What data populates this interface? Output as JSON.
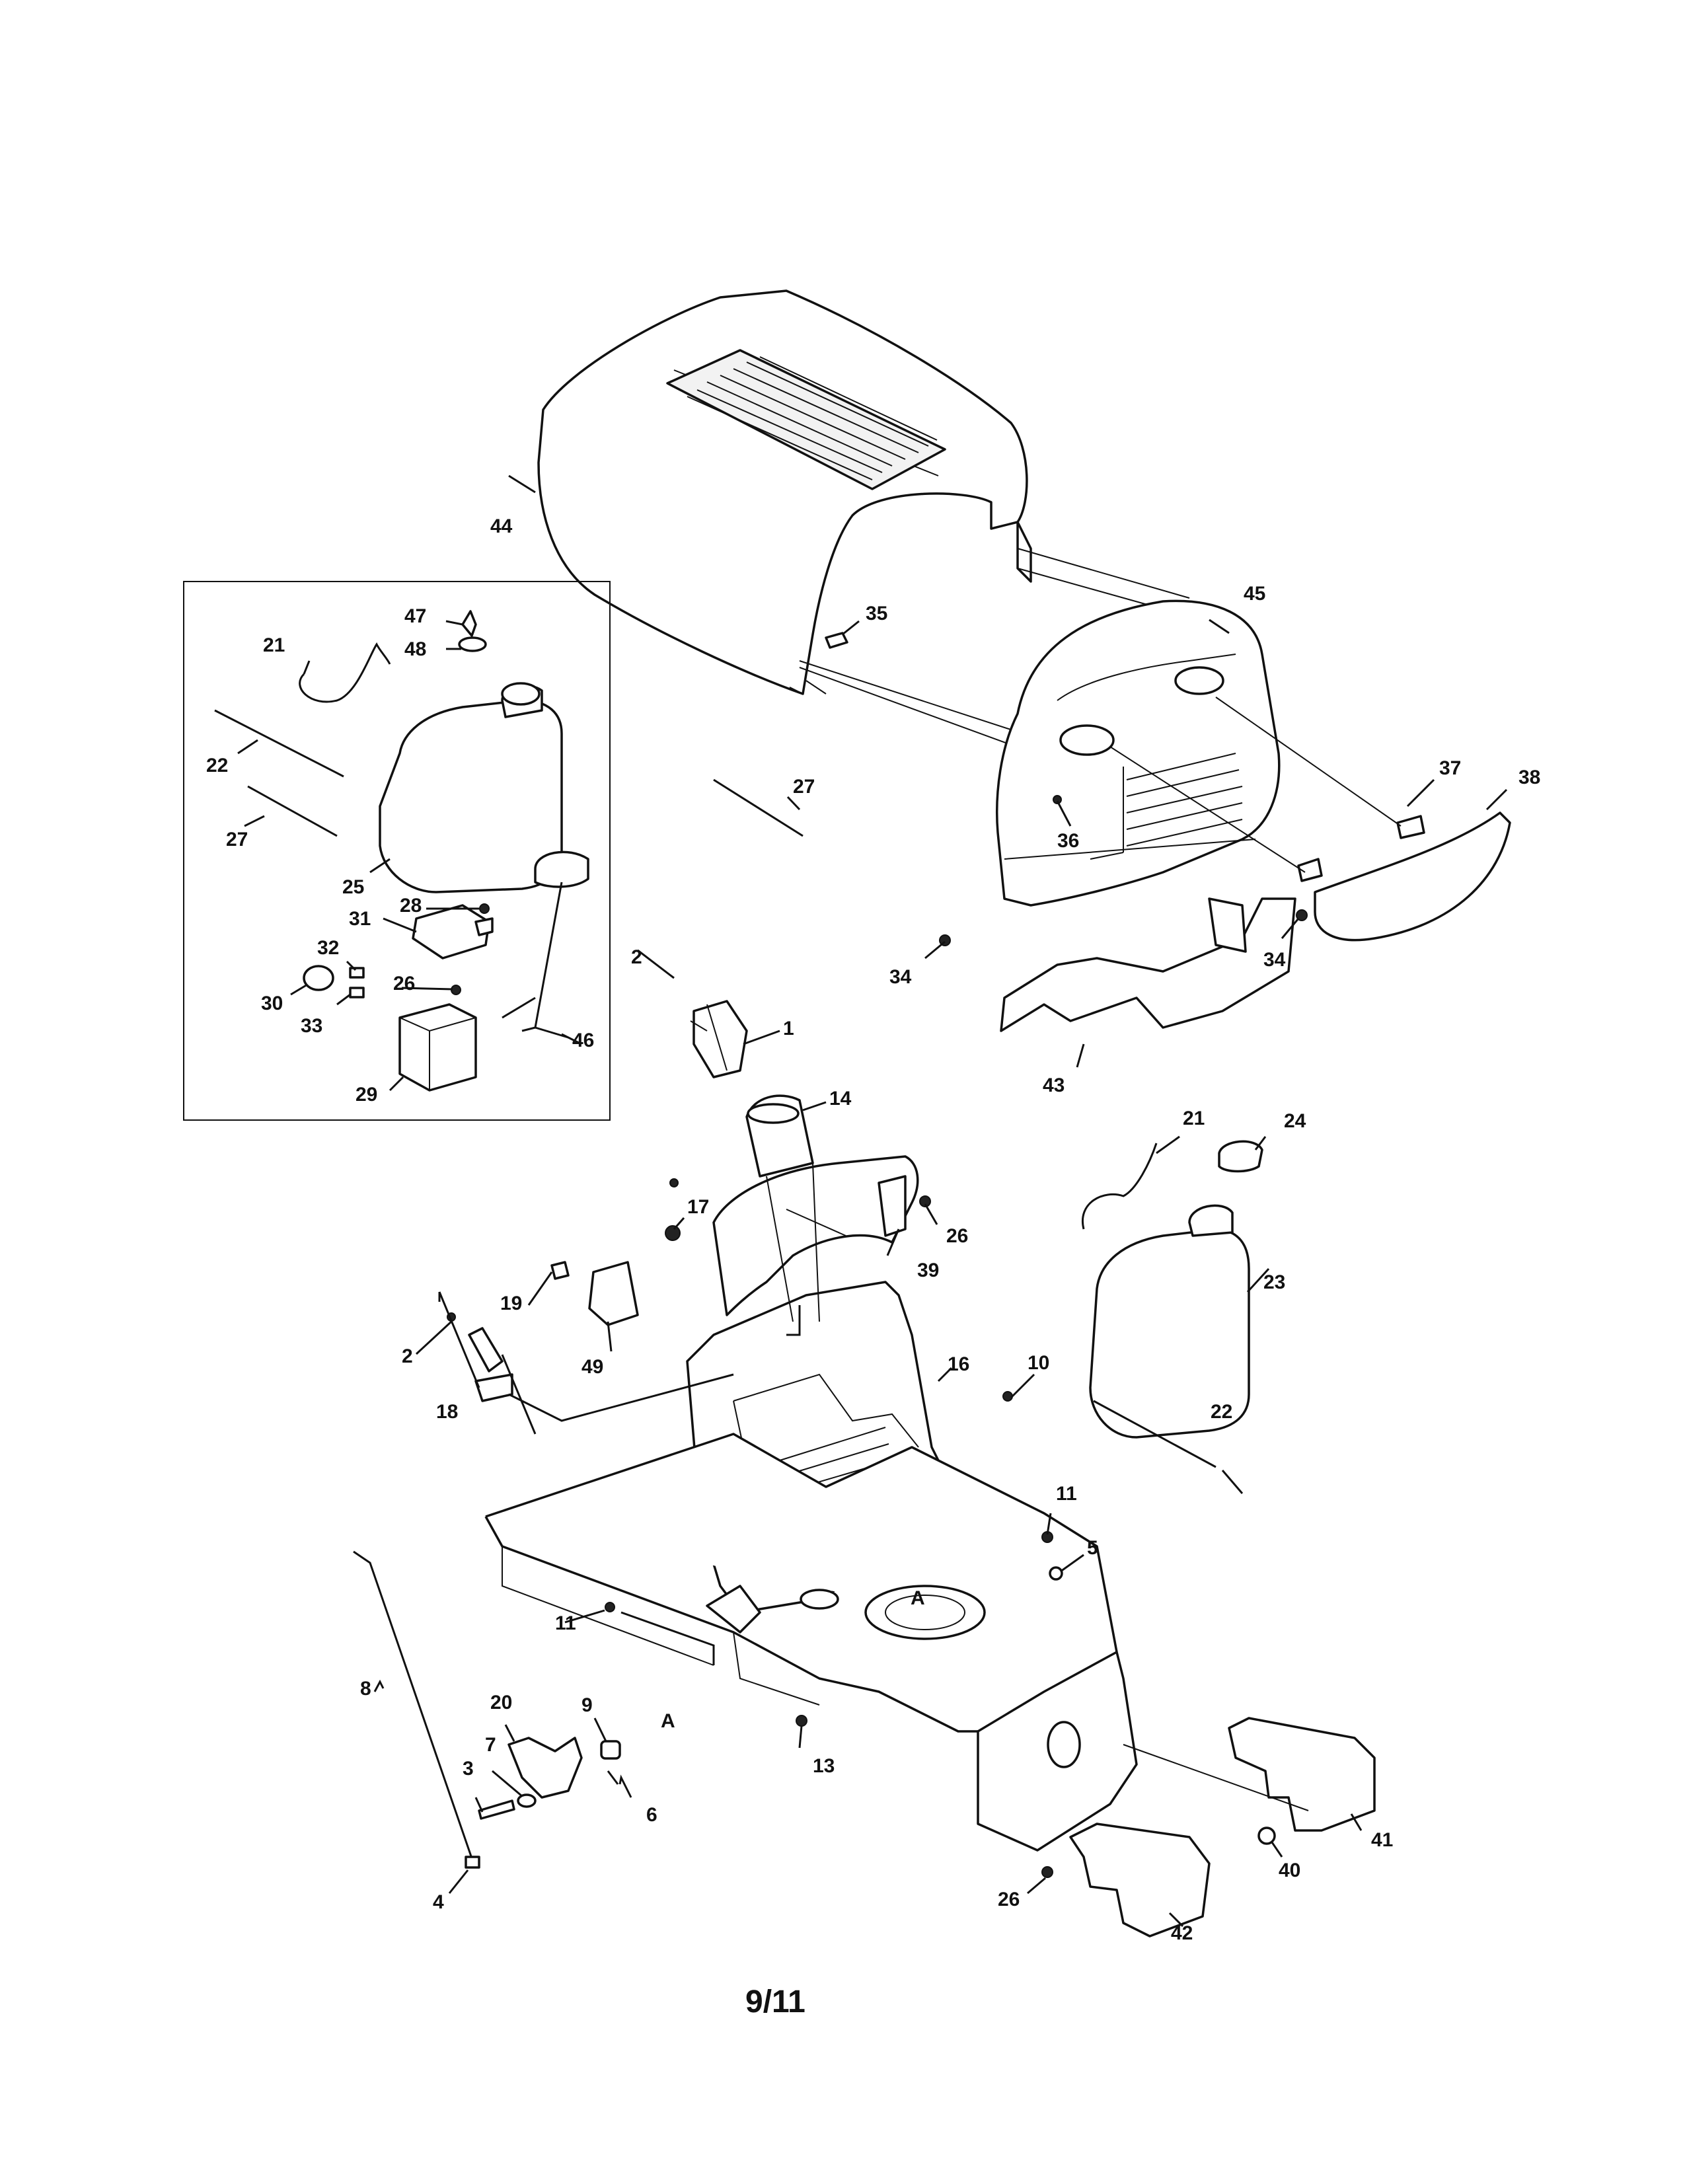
{
  "page_number": "9/11",
  "section_marker": "A",
  "callouts": [
    {
      "id": "1",
      "text": "1"
    },
    {
      "id": "2",
      "text": "2"
    },
    {
      "id": "3",
      "text": "3"
    },
    {
      "id": "4",
      "text": "4"
    },
    {
      "id": "5",
      "text": "5"
    },
    {
      "id": "6",
      "text": "6"
    },
    {
      "id": "7",
      "text": "7"
    },
    {
      "id": "8",
      "text": "8"
    },
    {
      "id": "9",
      "text": "9"
    },
    {
      "id": "10",
      "text": "10"
    },
    {
      "id": "11",
      "text": "11"
    },
    {
      "id": "13",
      "text": "13"
    },
    {
      "id": "14",
      "text": "14"
    },
    {
      "id": "16",
      "text": "16"
    },
    {
      "id": "17",
      "text": "17"
    },
    {
      "id": "18",
      "text": "18"
    },
    {
      "id": "19",
      "text": "19"
    },
    {
      "id": "20",
      "text": "20"
    },
    {
      "id": "21",
      "text": "21"
    },
    {
      "id": "22",
      "text": "22"
    },
    {
      "id": "23",
      "text": "23"
    },
    {
      "id": "24",
      "text": "24"
    },
    {
      "id": "25",
      "text": "25"
    },
    {
      "id": "26",
      "text": "26"
    },
    {
      "id": "27",
      "text": "27"
    },
    {
      "id": "28",
      "text": "28"
    },
    {
      "id": "29",
      "text": "29"
    },
    {
      "id": "30",
      "text": "30"
    },
    {
      "id": "31",
      "text": "31"
    },
    {
      "id": "32",
      "text": "32"
    },
    {
      "id": "33",
      "text": "33"
    },
    {
      "id": "34",
      "text": "34"
    },
    {
      "id": "35",
      "text": "35"
    },
    {
      "id": "36",
      "text": "36"
    },
    {
      "id": "37",
      "text": "37"
    },
    {
      "id": "38",
      "text": "38"
    },
    {
      "id": "39",
      "text": "39"
    },
    {
      "id": "40",
      "text": "40"
    },
    {
      "id": "41",
      "text": "41"
    },
    {
      "id": "42",
      "text": "42"
    },
    {
      "id": "43",
      "text": "43"
    },
    {
      "id": "44",
      "text": "44"
    },
    {
      "id": "45",
      "text": "45"
    },
    {
      "id": "46",
      "text": "46"
    },
    {
      "id": "47",
      "text": "47"
    },
    {
      "id": "48",
      "text": "48"
    },
    {
      "id": "49",
      "text": "49"
    }
  ]
}
